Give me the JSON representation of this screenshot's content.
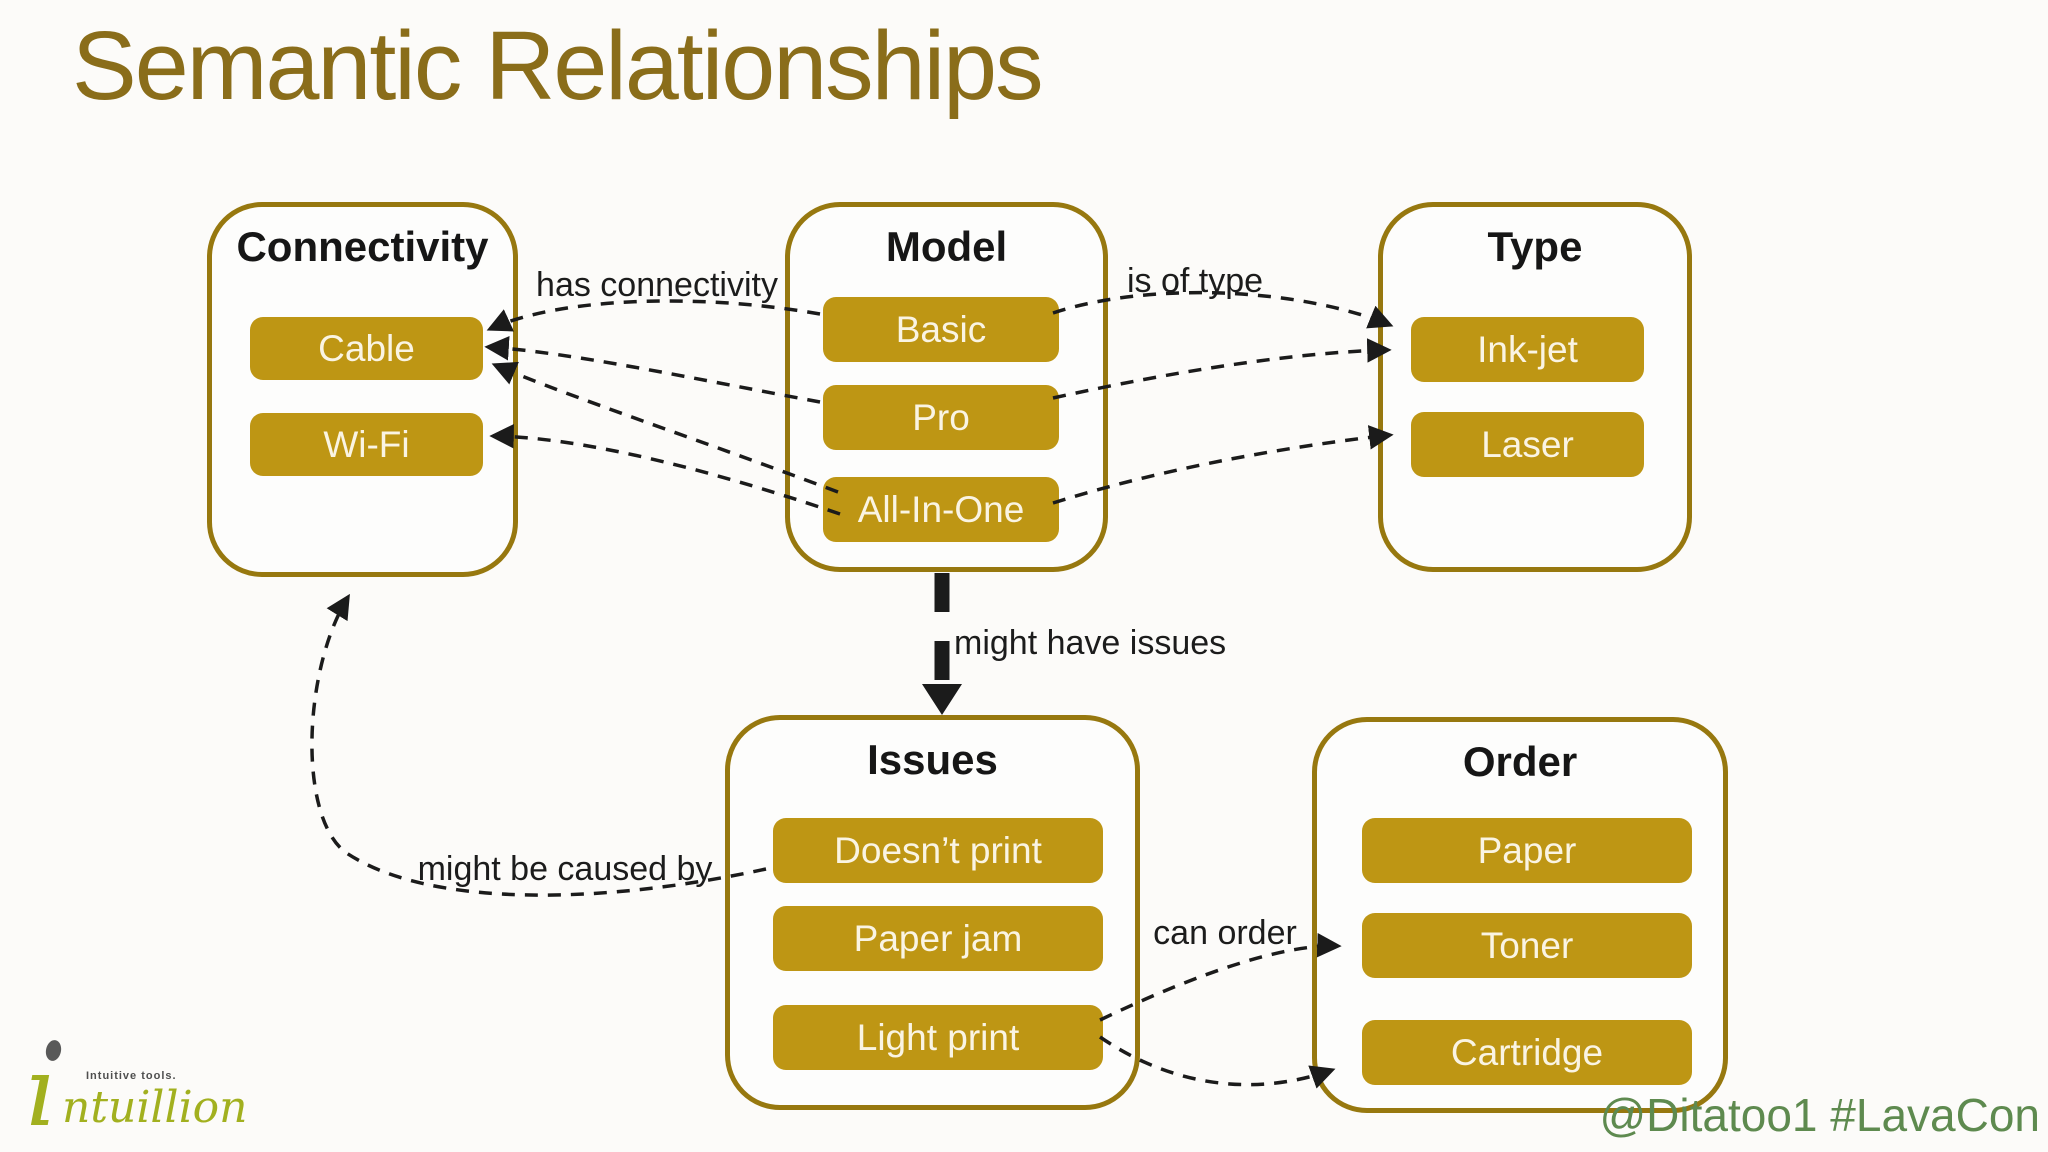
{
  "title": "Semantic Relationships",
  "colors": {
    "title_text": "#8A6D1A",
    "box_border": "#97780F",
    "node_fill": "#BE9614",
    "node_text": "#FAF4E3",
    "arrow": "#1b1b1b",
    "handle_text": "#5E8A4F",
    "logo_green": "#A2B01F",
    "background": "#FCFBF9"
  },
  "groups": [
    {
      "title": "Connectivity",
      "items": [
        "Cable",
        "Wi-Fi"
      ]
    },
    {
      "title": "Model",
      "items": [
        "Basic",
        "Pro",
        "All-In-One"
      ]
    },
    {
      "title": "Type",
      "items": [
        "Ink-jet",
        "Laser"
      ]
    },
    {
      "title": "Issues",
      "items": [
        "Doesn’t print",
        "Paper jam",
        "Light print"
      ]
    },
    {
      "title": "Order",
      "items": [
        "Paper",
        "Toner",
        "Cartridge"
      ]
    }
  ],
  "relationships": [
    {
      "label": "has connectivity",
      "edges": [
        {
          "from": "Basic",
          "to": "Cable"
        },
        {
          "from": "Pro",
          "to": "Cable"
        },
        {
          "from": "All-In-One",
          "to": "Cable"
        },
        {
          "from": "All-In-One",
          "to": "Wi-Fi"
        }
      ]
    },
    {
      "label": "is of type",
      "edges": [
        {
          "from": "Basic",
          "to": "Ink-jet"
        },
        {
          "from": "Pro",
          "to": "Ink-jet"
        },
        {
          "from": "All-In-One",
          "to": "Laser"
        }
      ]
    },
    {
      "label": "might have issues",
      "edges": [
        {
          "from": "Model",
          "to": "Issues"
        }
      ]
    },
    {
      "label": "might be caused by",
      "edges": [
        {
          "from": "Doesn’t print",
          "to": "Connectivity"
        }
      ]
    },
    {
      "label": "can order",
      "edges": [
        {
          "from": "Light print",
          "to": "Toner"
        },
        {
          "from": "Light print",
          "to": "Cartridge"
        }
      ]
    }
  ],
  "footer": {
    "logo_initial": "ı",
    "logo_rest": "ntuillion",
    "logo_tagline": "Intuitive tools.",
    "handle": "@Ditatoo1 #LavaCon"
  }
}
